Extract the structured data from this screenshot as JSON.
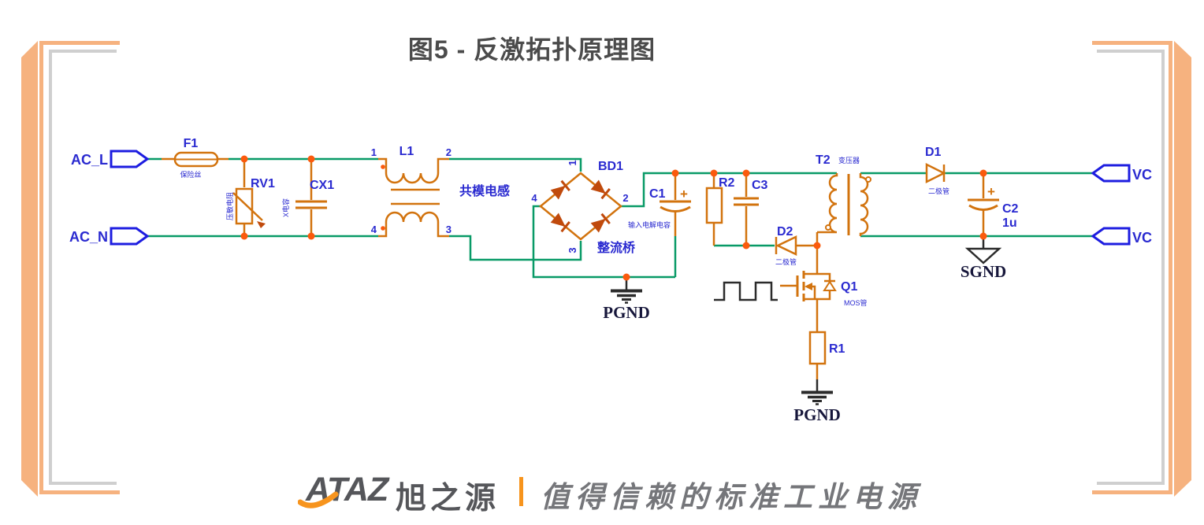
{
  "title": "图5 - 反激拓扑原理图",
  "colors": {
    "wire_green": "#089a67",
    "component_orange": "#d2730e",
    "diode_fill": "#c04a0c",
    "junction_dot": "#fb5a0d",
    "label_blue": "#2a2ad0",
    "port_blue": "#1d1de0",
    "ground_text": "#16163a",
    "title_gray": "#4b4b4b",
    "frame_orange": "#f6b27f",
    "frame_gray": "#cfcfcf",
    "logo_gray": "#55565a",
    "logo_orange": "#f7941d"
  },
  "ports": {
    "ac_l": "AC_L",
    "ac_n": "AC_N",
    "vo_plus": "VC",
    "vo_minus": "VC"
  },
  "components": {
    "f1": {
      "ref": "F1",
      "desc": "保险丝"
    },
    "rv1": {
      "ref": "RV1",
      "desc": "压敏电阻"
    },
    "cx1": {
      "ref": "CX1",
      "desc": "X电容"
    },
    "l1": {
      "ref": "L1",
      "desc": "共模电感",
      "pins": [
        "1",
        "2",
        "4",
        "3"
      ]
    },
    "bd1": {
      "ref": "BD1",
      "desc": "整流桥",
      "pins": [
        "1",
        "2",
        "4",
        "3"
      ]
    },
    "c1": {
      "ref": "C1",
      "desc": "输入电解电容",
      "plus": "+"
    },
    "r2": {
      "ref": "R2"
    },
    "c3": {
      "ref": "C3"
    },
    "d2": {
      "ref": "D2",
      "desc": "二极管"
    },
    "t2": {
      "ref": "T2",
      "desc": "变压器"
    },
    "q1": {
      "ref": "Q1",
      "desc": "MOS管"
    },
    "r1": {
      "ref": "R1"
    },
    "d1": {
      "ref": "D1",
      "desc": "二极管"
    },
    "c2": {
      "ref": "C2",
      "desc": "1u",
      "plus": "+"
    }
  },
  "grounds": {
    "pgnd1": "PGND",
    "pgnd2": "PGND",
    "sgnd": "SGND"
  },
  "logo": {
    "brand": "ATAZ",
    "brand_cn": "旭之源",
    "divider": "|",
    "slogan": "值得信赖的标准工业电源"
  }
}
